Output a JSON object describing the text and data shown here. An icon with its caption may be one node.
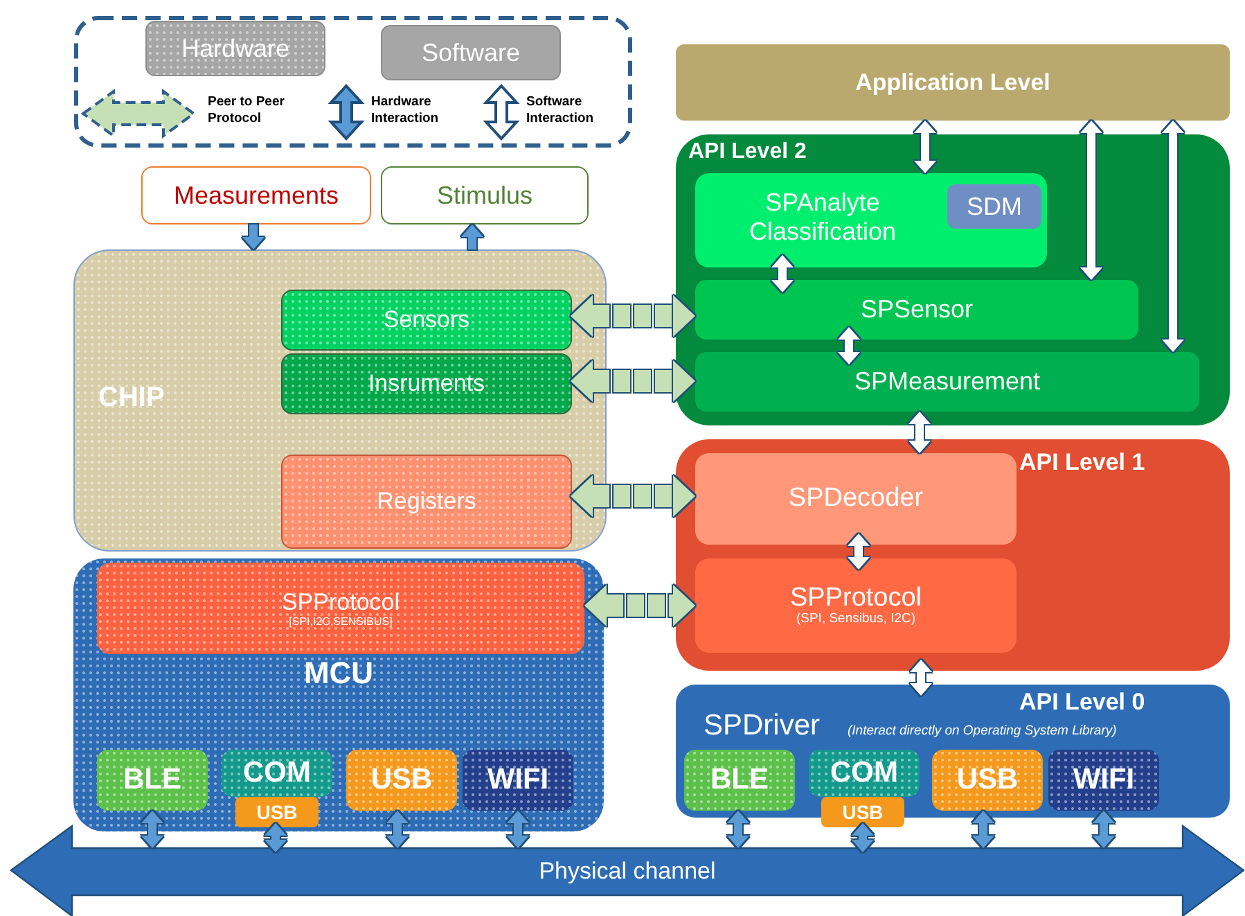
{
  "diagram": {
    "nodes": [
      {
        "text": [
          "Application Level"
        ]
      },
      {
        "text": [
          "Measurements"
        ]
      },
      {
        "text": [
          "Stimulus"
        ]
      },
      {
        "text": [
          "API Level 2"
        ]
      },
      {
        "text": [
          "SPAnalyte Classification"
        ],
        "in": 3
      },
      {
        "text": [
          "SDM"
        ],
        "in": 4
      },
      {
        "text": [
          "SPSensor"
        ],
        "in": 3
      },
      {
        "text": [
          "SPMeasurement"
        ],
        "in": 3
      },
      {
        "text": [
          "CHIP"
        ]
      },
      {
        "text": [
          "Sensors"
        ],
        "in": 8
      },
      {
        "text": [
          "Insruments"
        ],
        "in": 8
      },
      {
        "text": [
          "Registers"
        ],
        "in": 8
      },
      {
        "text": [
          "API Level 1"
        ]
      },
      {
        "text": [
          "SPDecoder"
        ],
        "in": 12
      },
      {
        "text": [
          "SPProtocol",
          "(SPI, Sensibus, I2C)"
        ],
        "in": 12
      },
      {
        "text": [
          "MCU"
        ]
      },
      {
        "text": [
          "SPProtocol",
          "[SPI,I2C,SENSIBUS]"
        ],
        "in": 15
      },
      {
        "text": [
          "BLE"
        ],
        "in": 15
      },
      {
        "text": [
          "COM"
        ],
        "in": 15
      },
      {
        "text": [
          "USB"
        ],
        "in": 15
      },
      {
        "text": [
          "USB"
        ],
        "in": 15
      },
      {
        "text": [
          "WIFI"
        ],
        "in": 15
      },
      {
        "text": [
          "API Level 0",
          "SPDriver",
          "(Interact directly on Operating System Library)"
        ]
      },
      {
        "text": [
          "BLE"
        ],
        "in": 22
      },
      {
        "text": [
          "COM"
        ],
        "in": 22
      },
      {
        "text": [
          "USB"
        ],
        "in": 22
      },
      {
        "text": [
          "USB"
        ],
        "in": 22
      },
      {
        "text": [
          "WIFI"
        ],
        "in": 22
      },
      {
        "text": [
          "Physical channel"
        ]
      }
    ],
    "edges": [
      {
        "from": 0,
        "to": 4,
        "arrow": "both",
        "color": "#ffffff"
      },
      {
        "from": 0,
        "to": 6,
        "arrow": "both",
        "color": "#ffffff"
      },
      {
        "from": 0,
        "to": 7,
        "arrow": "both",
        "color": "#ffffff"
      },
      {
        "from": 4,
        "to": 6,
        "arrow": "both",
        "color": "#ffffff"
      },
      {
        "from": 6,
        "to": 7,
        "arrow": "both",
        "color": "#ffffff"
      },
      {
        "from": 7,
        "to": 13,
        "arrow": "both",
        "color": "#ffffff"
      },
      {
        "from": 13,
        "to": 14,
        "arrow": "both",
        "color": "#ffffff"
      },
      {
        "from": 12,
        "to": 22,
        "arrow": "both",
        "color": "#ffffff"
      },
      {
        "from": 1,
        "to": 8,
        "arrow": "to",
        "color": "#5b9bd5"
      },
      {
        "from": 8,
        "to": 2,
        "arrow": "to",
        "color": "#5b9bd5"
      },
      {
        "from": 9,
        "to": 6,
        "arrow": "both",
        "style": "dashed",
        "color": "#c5e0b4"
      },
      {
        "from": 10,
        "to": 7,
        "arrow": "both",
        "style": "dashed",
        "color": "#c5e0b4"
      },
      {
        "from": 11,
        "to": 13,
        "arrow": "both",
        "style": "dashed",
        "color": "#c5e0b4"
      },
      {
        "from": 16,
        "to": 14,
        "arrow": "both",
        "style": "dashed",
        "color": "#c5e0b4"
      },
      {
        "from": 17,
        "to": 28,
        "arrow": "both",
        "color": "#5b9bd5"
      },
      {
        "from": 19,
        "to": 28,
        "arrow": "both",
        "color": "#5b9bd5"
      },
      {
        "from": 20,
        "to": 28,
        "arrow": "both",
        "color": "#5b9bd5"
      },
      {
        "from": 21,
        "to": 28,
        "arrow": "both",
        "color": "#5b9bd5"
      },
      {
        "from": 23,
        "to": 28,
        "arrow": "both",
        "color": "#5b9bd5"
      },
      {
        "from": 25,
        "to": 28,
        "arrow": "both",
        "color": "#5b9bd5"
      },
      {
        "from": 26,
        "to": 28,
        "arrow": "both",
        "color": "#5b9bd5"
      },
      {
        "from": 27,
        "to": 28,
        "arrow": "both",
        "color": "#5b9bd5"
      }
    ],
    "legend": [
      {
        "text": "Hardware",
        "color": "#a6a6a6"
      },
      {
        "text": "Software",
        "color": "#a6a6a6"
      },
      {
        "text": "Peer to Peer Protocol"
      },
      {
        "text": "Hardware Interaction"
      },
      {
        "text": "Software Interaction"
      }
    ]
  }
}
